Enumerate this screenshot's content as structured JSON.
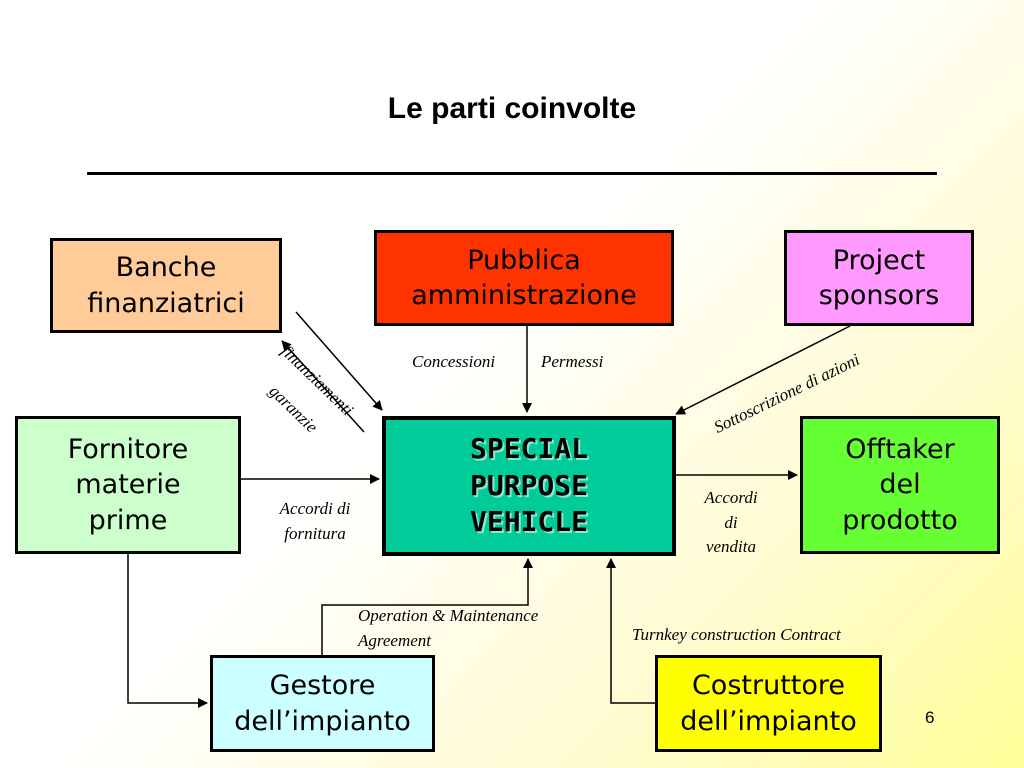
{
  "title": "Le parti coinvolte",
  "boxes": {
    "banche": "Banche\nfinanziatrici",
    "pubblica_amministrazione": "Pubblica\namministrazione",
    "project_sponsors": "Project\nsponsors",
    "fornitore": "Fornitore\nmaterie\nprime",
    "spv": "SPECIAL\nPURPOSE\nVEHICLE",
    "offtaker": "Offtaker\ndel\nprodotto",
    "gestore": "Gestore\ndell’impianto",
    "costruttore": "Costruttore\ndell’impianto"
  },
  "labels": {
    "finanziamenti": "finanziamenti",
    "garanzie": "garanzie",
    "concessioni": "Concessioni",
    "permessi": "Permessi",
    "sottoscrizione": "Sottoscrizione di azioni",
    "accordi_fornitura": "Accordi di\nfornitura",
    "accordi_vendita": "Accordi\ndi\nvendita",
    "om_agreement": "Operation & Maintenance\nAgreement",
    "turnkey": "Turnkey construction Contract"
  },
  "page_number": "6"
}
